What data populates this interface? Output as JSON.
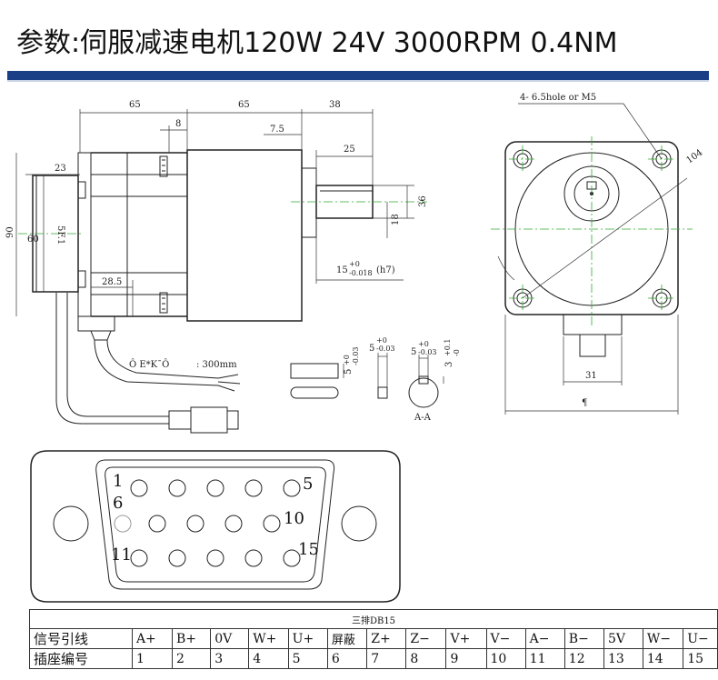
{
  "title": "参数:伺服减速电机120W 24V 3000RPM 0.4NM",
  "colors": {
    "title_bar": "#1b3f86",
    "center_line": "#33aa33"
  },
  "side_view": {
    "dims": {
      "d65a": "65",
      "d65b": "65",
      "d38": "38",
      "d8": "8",
      "d7_5": "7.5",
      "d25": "25",
      "d23": "23",
      "d90": "90",
      "d60": "60",
      "d28_5": "28.5",
      "d36": "36",
      "d18": "18"
    },
    "label_5f1": "5F.1",
    "shaft_tol_main": "15",
    "shaft_tol_sup": "+0",
    "shaft_tol_sub": "-0.018",
    "shaft_tol_fit": "(h7)",
    "cable_note_prefix": "Ô  E*K¯Ô",
    "cable_note_len": ":  300mm"
  },
  "key_detail": {
    "k1_main": "5",
    "k1_sup": "+0",
    "k1_sub": "-0.03",
    "k2_main": "5",
    "k2_sup": "+0",
    "k2_sub": "-0.03",
    "k3_main": "5",
    "k3_sup": "+0",
    "k3_sub": "-0.03",
    "k4_main": "3",
    "k4_sup": "+0.1",
    "k4_sub": "-0",
    "section_label": "A-A"
  },
  "front_view": {
    "hole_note": "4-  6.5hole or M5",
    "diag": "104",
    "d31": "31",
    "bottom_mark": "¶"
  },
  "connector": {
    "pin_labels": [
      "1",
      "5",
      "6",
      "10",
      "11",
      "15"
    ]
  },
  "pin_table": {
    "caption": "三排DB15",
    "row1_label": "信号引线",
    "row2_label": "插座编号",
    "signals": [
      "A+",
      "B+",
      "0V",
      "W+",
      "U+",
      "屏蔽",
      "Z+",
      "Z−",
      "V+",
      "V−",
      "A−",
      "B−",
      "5V",
      "W−",
      "U−"
    ],
    "pins": [
      "1",
      "2",
      "3",
      "4",
      "5",
      "6",
      "7",
      "8",
      "9",
      "10",
      "11",
      "12",
      "13",
      "14",
      "15"
    ]
  }
}
